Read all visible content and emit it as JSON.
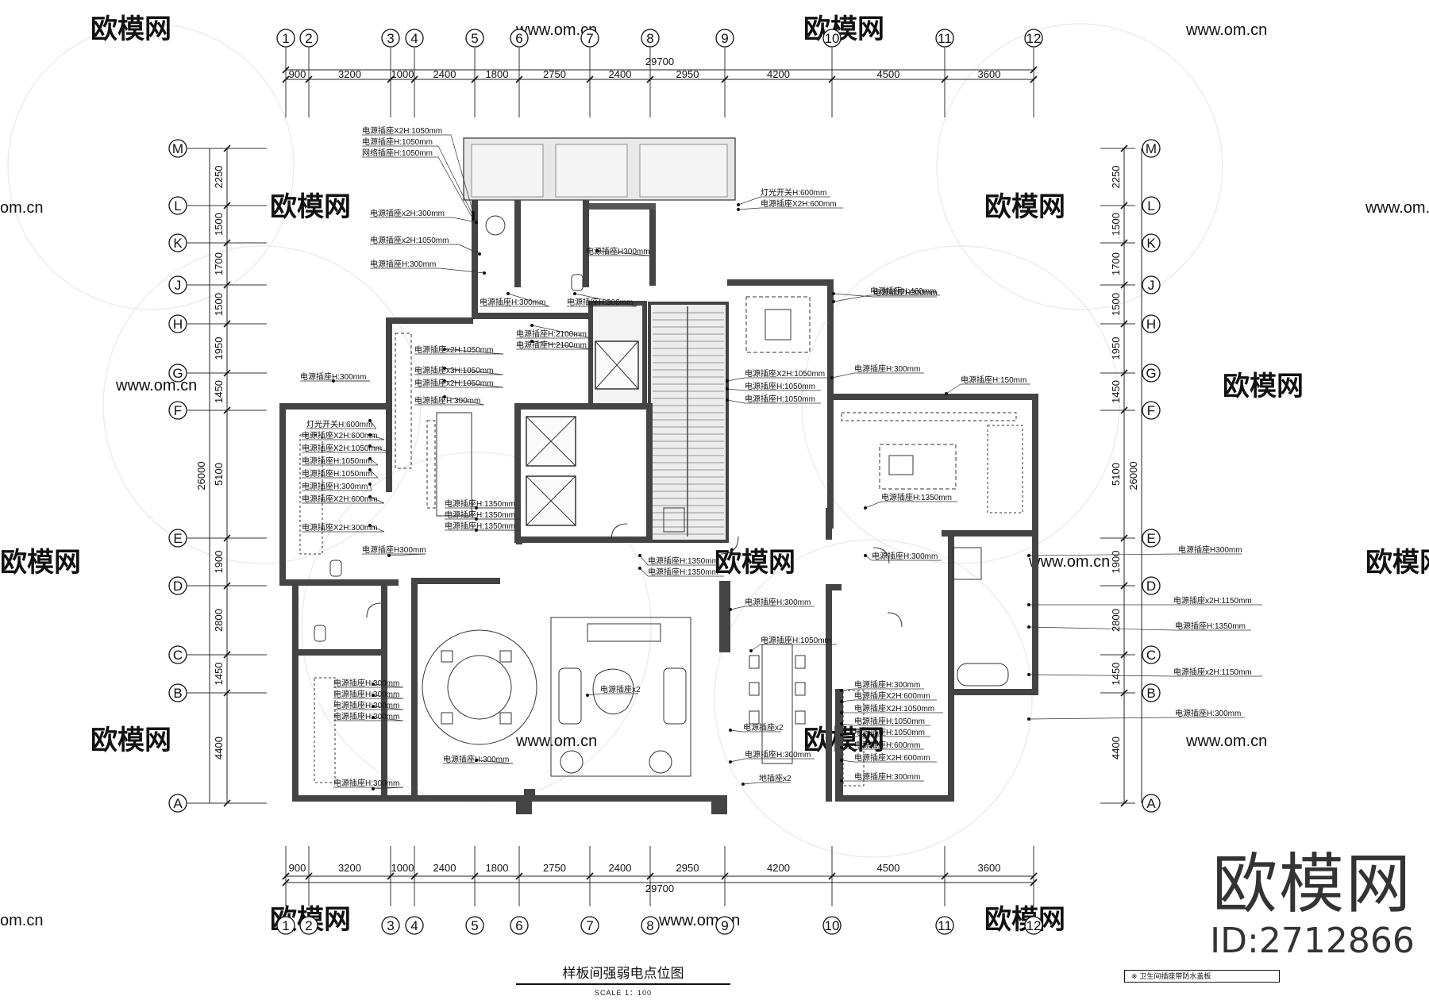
{
  "drawing": {
    "title": "样板间强弱电点位图",
    "scale": "SCALE  1：100",
    "legend_note": "※  卫生间插座带防水盖板"
  },
  "dimensions": {
    "total_width": "29700",
    "bay_widths": [
      "900",
      "3200",
      "1000",
      "2400",
      "1800",
      "2750",
      "2400",
      "2950",
      "4200",
      "4500",
      "3600"
    ],
    "total_depth": "26000",
    "row_depths": [
      "2250",
      "1500",
      "1700",
      "1500",
      "1950",
      "1450",
      "5100",
      "1900",
      "2800",
      "1450",
      "4400"
    ]
  },
  "axes": {
    "columns": [
      "1",
      "2",
      "3",
      "4",
      "5",
      "6",
      "7",
      "8",
      "9",
      "10",
      "11",
      "12"
    ],
    "rows": [
      "M",
      "L",
      "K",
      "J",
      "H",
      "G",
      "F",
      "E",
      "D",
      "C",
      "B",
      "A"
    ]
  },
  "annotations": [
    "电源插座X2H:1050mm",
    "电源插座H:1050mm",
    "网络插座H:1050mm",
    "电源插座x2H:300mm",
    "电源插座x2H:1050mm",
    "电源插座H:300mm",
    "电源插座H:300mm",
    "电源插座H:300mm",
    "电源插座H:2100mm",
    "电源插座H:2100mm",
    "电源插座x2H:1050mm",
    "电源插座x3H:1050mm",
    "电源插座x2H:1050mm",
    "电源插座H:300mm",
    "电源插座H:300mm",
    "灯光开关H:600mm",
    "电源插座X2H:600mm",
    "电源插座X2H:1050mm",
    "电源插座H:1050mm",
    "电源插座H:1050mm",
    "电源插座H:300mm",
    "电源插座X2H:600mm",
    "电源插座X2H:300mm",
    "电源插座H300mm",
    "电源插座H300mm",
    "灯光开关H:600mm",
    "电源插座X2H:600mm",
    "电源插座H300mm",
    "电源插座H:460mm",
    "电源插座X2H:1050mm",
    "电源插座H:1050mm",
    "电源插座H:1050mm",
    "电源插座H:300mm",
    "电源插座H:150mm",
    "电源插座H:1350mm",
    "电源插座H:300mm",
    "电源插座H300mm",
    "电源插座x2H:1150mm",
    "电源插座H:1350mm",
    "电源插座x2H:1150mm",
    "电源插座H:300mm",
    "电源插座H:300mm",
    "电源插座H:1050mm",
    "电源插座H:300mm",
    "电源插座H:300mm",
    "电源插座X2H:600mm",
    "电源插座X2H:1050mm",
    "电源插座H:1050mm",
    "电源插座H:1050mm",
    "电源插座H:600mm",
    "电源插座X2H:600mm",
    "电源插座H:300mm",
    "电源插座x2",
    "电源插座x2",
    "地插座x2",
    "电源插座H:1350mm",
    "电源插座H:1350mm",
    "电源插座H:300mm",
    "电源插座H:300mm",
    "电源插座H:300mm",
    "电源插座H:300mm",
    "电源插座H:300mm",
    "电源插座H:1350mm",
    "电源插座H:1350mm",
    "电源插座H:1350mm",
    "电源插座H:300mm"
  ],
  "watermark": {
    "brand": "欧模网",
    "id": "ID:2712866",
    "tile_text": "欧模网",
    "url_text": "www.om.cn",
    "url_short": "om.cn"
  }
}
